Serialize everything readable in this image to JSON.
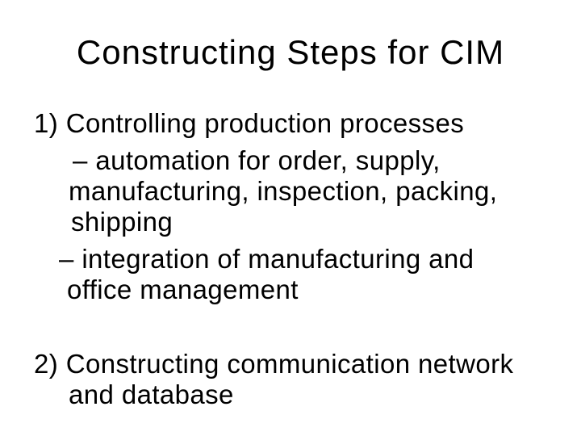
{
  "slide": {
    "title": "Constructing Steps for CIM",
    "items": [
      {
        "heading": "1) Controlling production processes",
        "subpoints": [
          {
            "lines": [
              "– automation for order, supply,",
              "manufacturing, inspection, packing,",
              "shipping"
            ]
          },
          {
            "lines": [
              "– integration of manufacturing and",
              "office management"
            ]
          }
        ]
      },
      {
        "heading_lines": [
          "2) Constructing communication network",
          "and database"
        ]
      }
    ],
    "colors": {
      "background": "#ffffff",
      "text": "#000000"
    }
  }
}
